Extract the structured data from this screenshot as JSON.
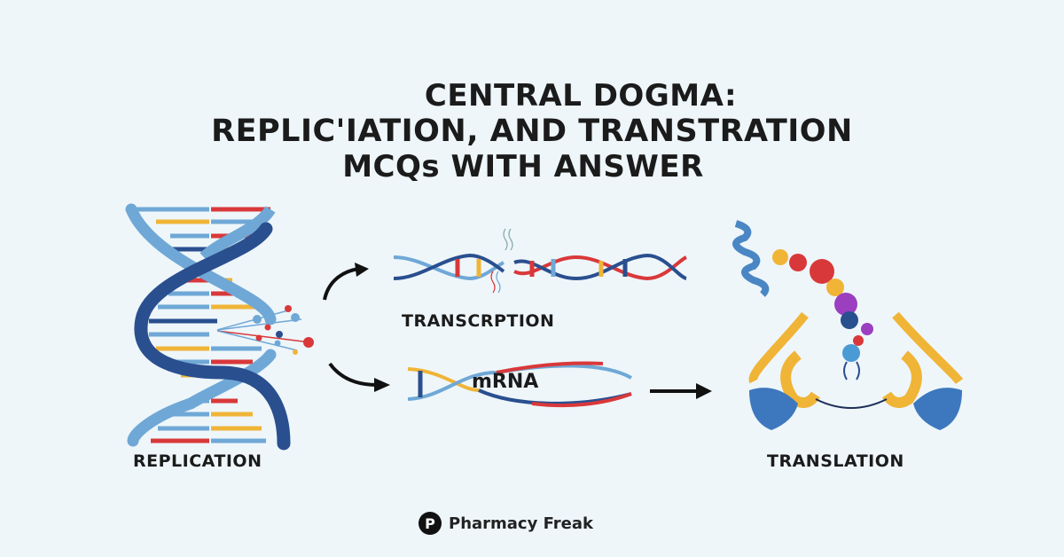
{
  "title": {
    "line1": "CENTRAL DOGMA:",
    "line2": "REPLIC'IATION, AND TRANSTRATION",
    "line3": "MCQs WITH ANSWER"
  },
  "stages": {
    "replication": "REPLICATION",
    "transcription": "TRANSCRPTION",
    "mrna": "mRNA",
    "translation": "TRANSLATION"
  },
  "footer": {
    "logo_letter": "P",
    "brand": "Pharmacy Freak"
  },
  "colors": {
    "background": "#eef6fa",
    "light_blue": "#6fa8d6",
    "dark_blue": "#2a4f8f",
    "red": "#d9383a",
    "yellow": "#f0b437",
    "purple": "#9b3fc0",
    "text": "#1b1b1b"
  }
}
